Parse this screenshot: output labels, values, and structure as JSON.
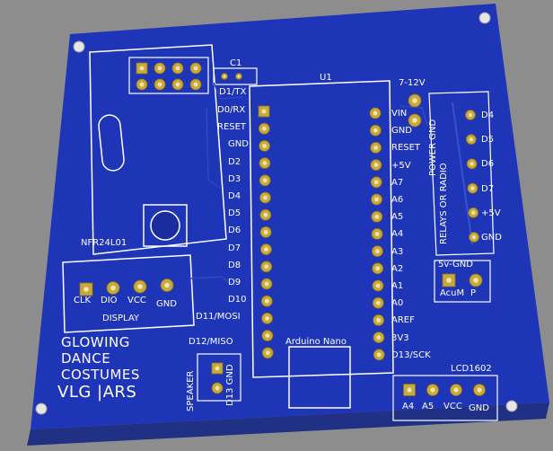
{
  "board": {
    "colors": {
      "background": "#8d8d8d",
      "pcb": "#1f35b8",
      "silk": "#ffffff",
      "pad": "#c9a93a"
    },
    "c1": "C1",
    "d1tx": "D1/TX",
    "u1": "U1",
    "vin_range": "7-12V",
    "nano_left": [
      "D0/RX",
      "RESET",
      "GND",
      "D2",
      "D3",
      "D4",
      "D5",
      "D6",
      "D7",
      "D8",
      "D9",
      "D10",
      "D11/MOSI",
      "D12/MISO"
    ],
    "nano_right": [
      "VIN",
      "GND",
      "RESET",
      "+5V",
      "A7",
      "A6",
      "A5",
      "A4",
      "A3",
      "A2",
      "A1",
      "A0",
      "AREF",
      "3V3",
      "D13/SCK"
    ],
    "arduino_nano": "Arduino Nano",
    "nrf": "NFR24L01",
    "display_pins": [
      "CLK",
      "DIO",
      "VCC",
      "GND"
    ],
    "display": "DISPLAY",
    "title": [
      "GLOWING",
      "DANCE",
      "COSTUMES"
    ],
    "vlg": "VLG |ARS",
    "speaker": "SPEAKER",
    "d13gnd": "D13 GND",
    "power_gnd": "POWER GND",
    "relays_or_radio": "RELAYS OR RADIO",
    "relay_pins": [
      "D4",
      "D5",
      "D6",
      "D7",
      "+5V",
      "GND"
    ],
    "fivev_gnd": "5v-GND",
    "acum": "AcuM",
    "p": "P",
    "lcd": "LCD1602",
    "lcd_pins": [
      "A4",
      "A5",
      "VCC",
      "GND"
    ]
  }
}
